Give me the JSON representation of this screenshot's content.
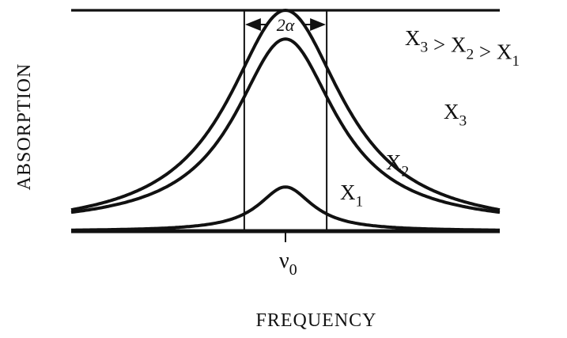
{
  "chart_data": {
    "type": "line",
    "title": "",
    "xlabel": "FREQUENCY",
    "ylabel": "ABSORPTION",
    "x_tick_labels": [
      {
        "base": "ν",
        "sub": "0",
        "x": 0
      }
    ],
    "xlim": [
      -2.6,
      2.6
    ],
    "ylim": [
      0,
      1
    ],
    "saturation_level": 1,
    "window_half_width": 0.5,
    "window_label": "2α",
    "relation_label": {
      "parts": [
        {
          "base": "X",
          "sub": "3"
        },
        {
          "base": " > X",
          "sub": "2"
        },
        {
          "base": " > X",
          "sub": "1"
        }
      ]
    },
    "series": [
      {
        "name": "X",
        "sub": "1",
        "peak": 0.2,
        "gamma": 0.4,
        "baseline": 0.0
      },
      {
        "name": "X",
        "sub": "2",
        "peak": 0.87,
        "gamma": 0.75,
        "baseline": 0.02
      },
      {
        "name": "X",
        "sub": "3",
        "peak": 1.0,
        "gamma": 0.85,
        "baseline": 0.0
      }
    ],
    "grid": false,
    "legend": "inline"
  }
}
